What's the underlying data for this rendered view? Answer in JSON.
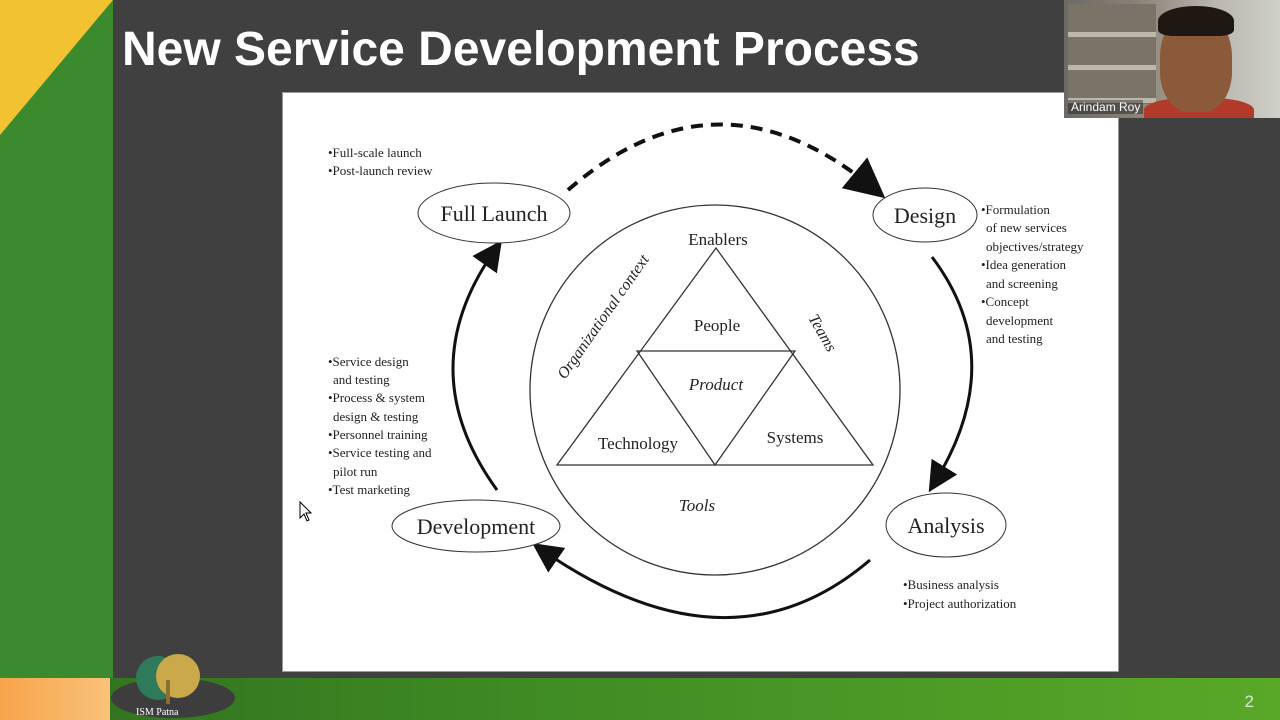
{
  "slide": {
    "title": "New Service Development Process",
    "page_number": "2",
    "logo_text": "ISM Patna"
  },
  "video": {
    "participant_name": "Arindam Roy"
  },
  "diagram": {
    "stages": {
      "full_launch": "Full Launch",
      "design": "Design",
      "analysis": "Analysis",
      "development": "Development"
    },
    "center": {
      "enablers": "Enablers",
      "people": "People",
      "product": "Product",
      "technology": "Technology",
      "systems": "Systems",
      "tools": "Tools",
      "org_context": "Organizational context",
      "teams": "Teams"
    },
    "notes": {
      "full_launch": [
        "•Full-scale launch",
        "•Post-launch review"
      ],
      "design": [
        "•Formulation",
        "of new services",
        "objectives/strategy",
        "•Idea generation",
        "and screening",
        "•Concept",
        "development",
        "and testing"
      ],
      "development": [
        "•Service design",
        "and testing",
        "•Process & system",
        "design & testing",
        "•Personnel training",
        "•Service testing and",
        "pilot run",
        "•Test marketing"
      ],
      "analysis": [
        "•Business analysis",
        "•Project authorization"
      ]
    }
  }
}
